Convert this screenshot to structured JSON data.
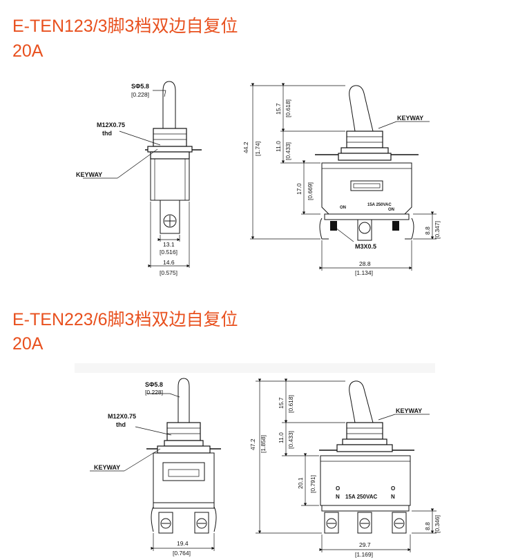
{
  "section1": {
    "title": "E-TEN123/3脚3档双边自复位",
    "rating": "20A",
    "side_view": {
      "stem_dia": "SΦ5.8",
      "stem_dia_in": "[0.228]",
      "thread": "M12X0.75",
      "thread_note": "thd",
      "keyway": "KEYWAY",
      "w1": "13.1",
      "w1_in": "[0.516]",
      "w2": "14.6",
      "w2_in": "[0.575]"
    },
    "front_view": {
      "keyway": "KEYWAY",
      "h_total": "44.2",
      "h_total_in": "[1.74]",
      "h_lever": "15.7",
      "h_lever_in": "[0.618]",
      "h_bush": "11.0",
      "h_bush_in": "[0.433]",
      "h_body": "17.0",
      "h_body_in": "[0.669]",
      "h_term": "8.8",
      "h_term_in": "[0.347]",
      "screw": "M3X0.5",
      "width": "28.8",
      "width_in": "[1.134]",
      "label_on_left": "ON",
      "label_rating": "15A 250VAC",
      "label_on_right": "ON"
    }
  },
  "section2": {
    "title": "E-TEN223/6脚3档双边自复位",
    "rating": "20A",
    "side_view": {
      "stem_dia": "SΦ5.8",
      "stem_dia_in": "[0.228]",
      "thread": "M12X0.75",
      "thread_note": "thd",
      "keyway": "KEYWAY",
      "width": "19.4",
      "width_in": "[0.764]"
    },
    "front_view": {
      "keyway": "KEYWAY",
      "h_total": "47.2",
      "h_total_in": "[1.858]",
      "h_lever": "15.7",
      "h_lever_in": "[0.618]",
      "h_bush": "11.0",
      "h_bush_in": "[0.433]",
      "h_body": "20.1",
      "h_body_in": "[0.791]",
      "h_term": "8.8",
      "h_term_in": "[0.346]",
      "width": "29.7",
      "width_in": "[1.169]",
      "mark_o1": "O",
      "mark_n1": "N",
      "mark_rating": "15A  250VAC",
      "mark_o2": "O",
      "mark_n2": "N"
    }
  },
  "colors": {
    "title": "#e8501e",
    "line": "#111111"
  }
}
